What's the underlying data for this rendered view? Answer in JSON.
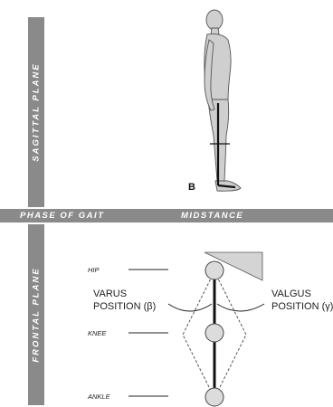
{
  "sagittal_plane": "SAGITTAL PLANE",
  "frontal_plane": "FRONTAL PLANE",
  "phase_of_gait": "PHASE OF GAIT",
  "phase_name": "MIDSTANCE",
  "figure_letter": "B",
  "joints": {
    "hip": "HIP",
    "knee": "KNEE",
    "ankle": "ANKLE"
  },
  "varus": {
    "line1": "VARUS",
    "line2": "POSITION (β)"
  },
  "valgus": {
    "line1": "VALGUS",
    "line2": "POSITION (γ)"
  },
  "colors": {
    "bar": "#8a8a8a",
    "figure_fill": "#cfcfcf",
    "joint_fill": "#dcdcdc",
    "shade": "#d4d4d4"
  }
}
